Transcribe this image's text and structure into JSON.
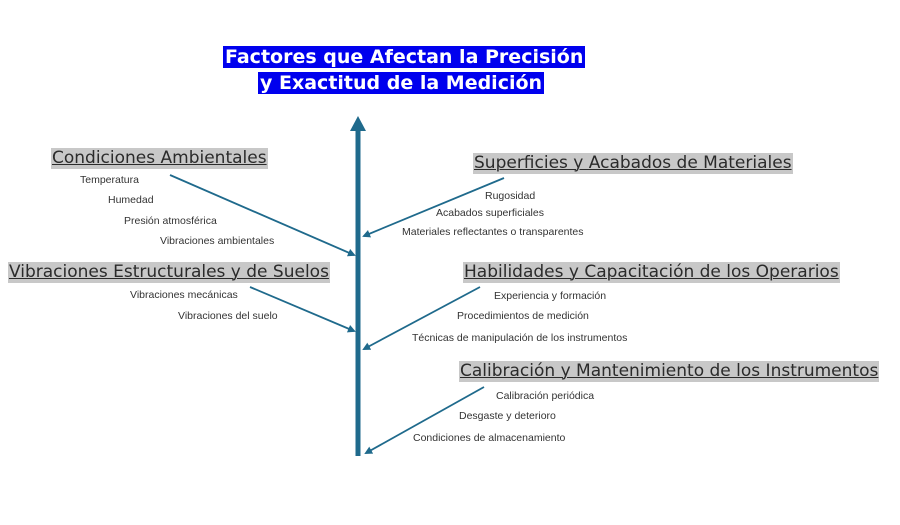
{
  "title": {
    "line1": "Factores que Afectan la Precisión",
    "line2": "y Exactitud de la Medición"
  },
  "colors": {
    "title_bg": "#0000ee",
    "title_text": "#ffffff",
    "spine": "#1f6a8c",
    "category_bg": "#c8c8c8",
    "text": "#333333"
  },
  "categories": [
    {
      "name": "Condiciones Ambientales",
      "side": "left",
      "items": [
        "Temperatura",
        "Humedad",
        "Presión atmosférica",
        "Vibraciones ambientales"
      ]
    },
    {
      "name": "Vibraciones Estructurales y de Suelos",
      "side": "left",
      "items": [
        "Vibraciones mecánicas",
        "Vibraciones del suelo"
      ]
    },
    {
      "name": "Superficies y Acabados de Materiales",
      "side": "right",
      "items": [
        "Rugosidad",
        "Acabados superficiales",
        "Materiales reflectantes o transparentes"
      ]
    },
    {
      "name": "Habilidades y Capacitación de los Operarios",
      "side": "right",
      "items": [
        "Experiencia y formación",
        "Procedimientos de medición",
        "Técnicas de manipulación de los instrumentos"
      ]
    },
    {
      "name": "Calibración y Mantenimiento de los Instrumentos",
      "side": "right",
      "items": [
        "Calibración periódica",
        "Desgaste y deterioro",
        "Condiciones de almacenamiento"
      ]
    }
  ]
}
